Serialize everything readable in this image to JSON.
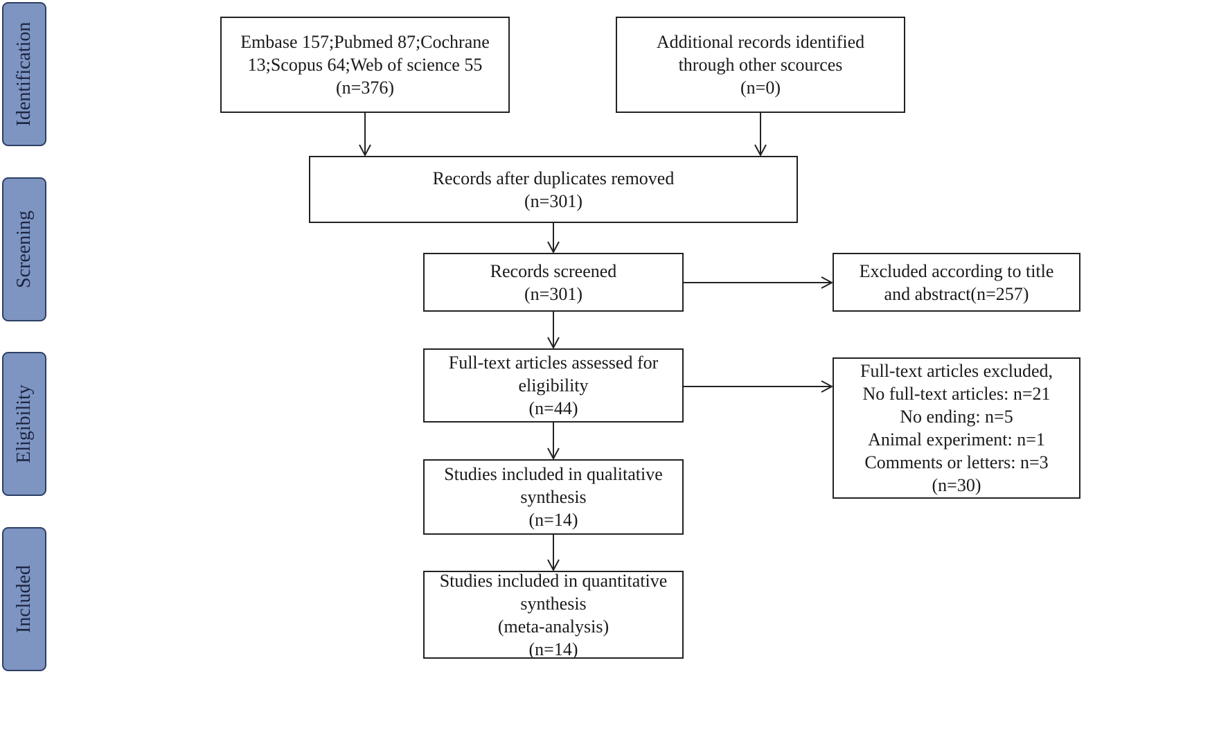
{
  "stages": {
    "identification": "Identification",
    "screening": "Screening",
    "eligibility": "Eligibility",
    "included": "Included"
  },
  "boxes": {
    "sources": [
      "Embase 157;Pubmed 87;Cochrane",
      "13;Scopus 64;Web of science 55",
      "(n=376)"
    ],
    "additional": [
      "Additional records identified",
      "through other scources",
      "(n=0)"
    ],
    "dedup": [
      "Records after duplicates removed",
      "(n=301)"
    ],
    "screened": [
      "Records screened",
      "(n=301)"
    ],
    "excluded_title": [
      "Excluded according to title",
      "and abstract(n=257)"
    ],
    "fulltext": [
      "Full-text articles assessed for",
      "eligibility",
      "(n=44)"
    ],
    "excluded_full": [
      "Full-text articles excluded,",
      "No full-text articles: n=21",
      "No ending: n=5",
      "Animal experiment: n=1",
      "Comments or letters: n=3",
      "(n=30)"
    ],
    "qualitative": [
      "Studies included in qualitative",
      "synthesis",
      "(n=14)"
    ],
    "quantitative": [
      "Studies included in quantitative",
      "synthesis",
      "(meta-analysis)",
      "(n=14)"
    ]
  }
}
